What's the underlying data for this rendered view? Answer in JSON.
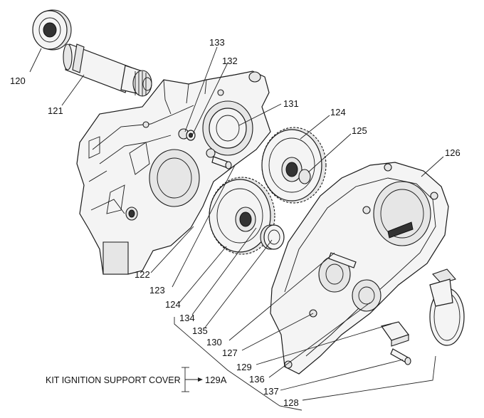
{
  "labels": {
    "p120": "120",
    "p121": "121",
    "p122": "122",
    "p123": "123",
    "p124a": "124",
    "p124b": "124",
    "p125": "125",
    "p126": "126",
    "p127": "127",
    "p128": "128",
    "p129": "129",
    "p130": "130",
    "p131": "131",
    "p132": "132",
    "p133": "133",
    "p134": "134",
    "p135": "135",
    "p136": "136",
    "p137": "137"
  },
  "kit": {
    "text": "KIT IGNITION SUPPORT COVER",
    "ref": "129A"
  }
}
